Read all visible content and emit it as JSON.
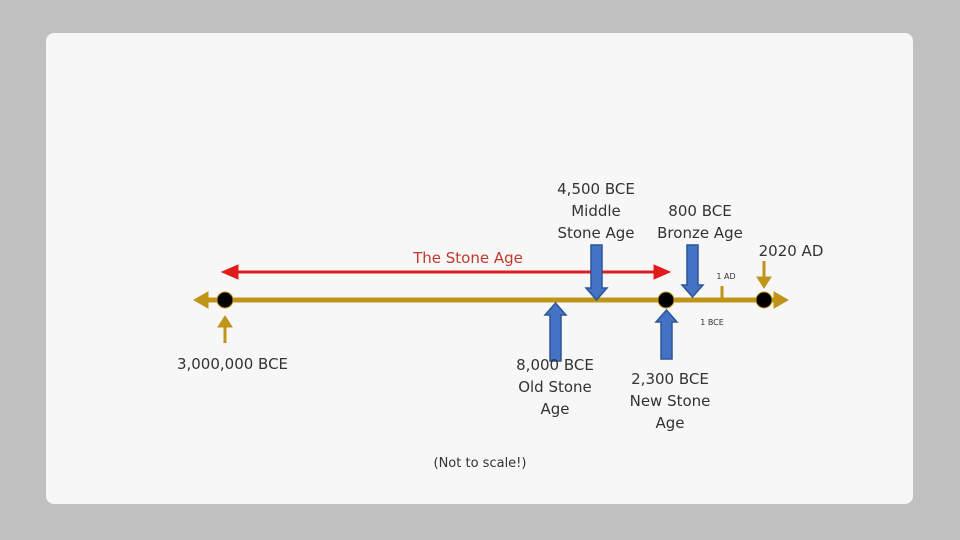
{
  "colors": {
    "timeline": "#c09418",
    "span_arrow": "#e11b1b",
    "marker_arrow": "#4472c4",
    "marker_outline": "#2f5597",
    "dot": "#000000",
    "slide": "#f7f7f7",
    "background": "#c0c0c0"
  },
  "labels": {
    "stone_age": "The Stone Age",
    "middle_stone_age": "4,500 BCE\nMiddle\nStone Age",
    "bronze_age": "800 BCE\nBronze Age",
    "present": "2020 AD",
    "ad1": "1 AD",
    "bce1": "1 BCE",
    "start": "3,000,000 BCE",
    "old_stone_age": "8,000 BCE\nOld Stone\nAge",
    "new_stone_age": "2,300 BCE\nNew Stone\nAge",
    "note": "(Not to scale!)"
  }
}
